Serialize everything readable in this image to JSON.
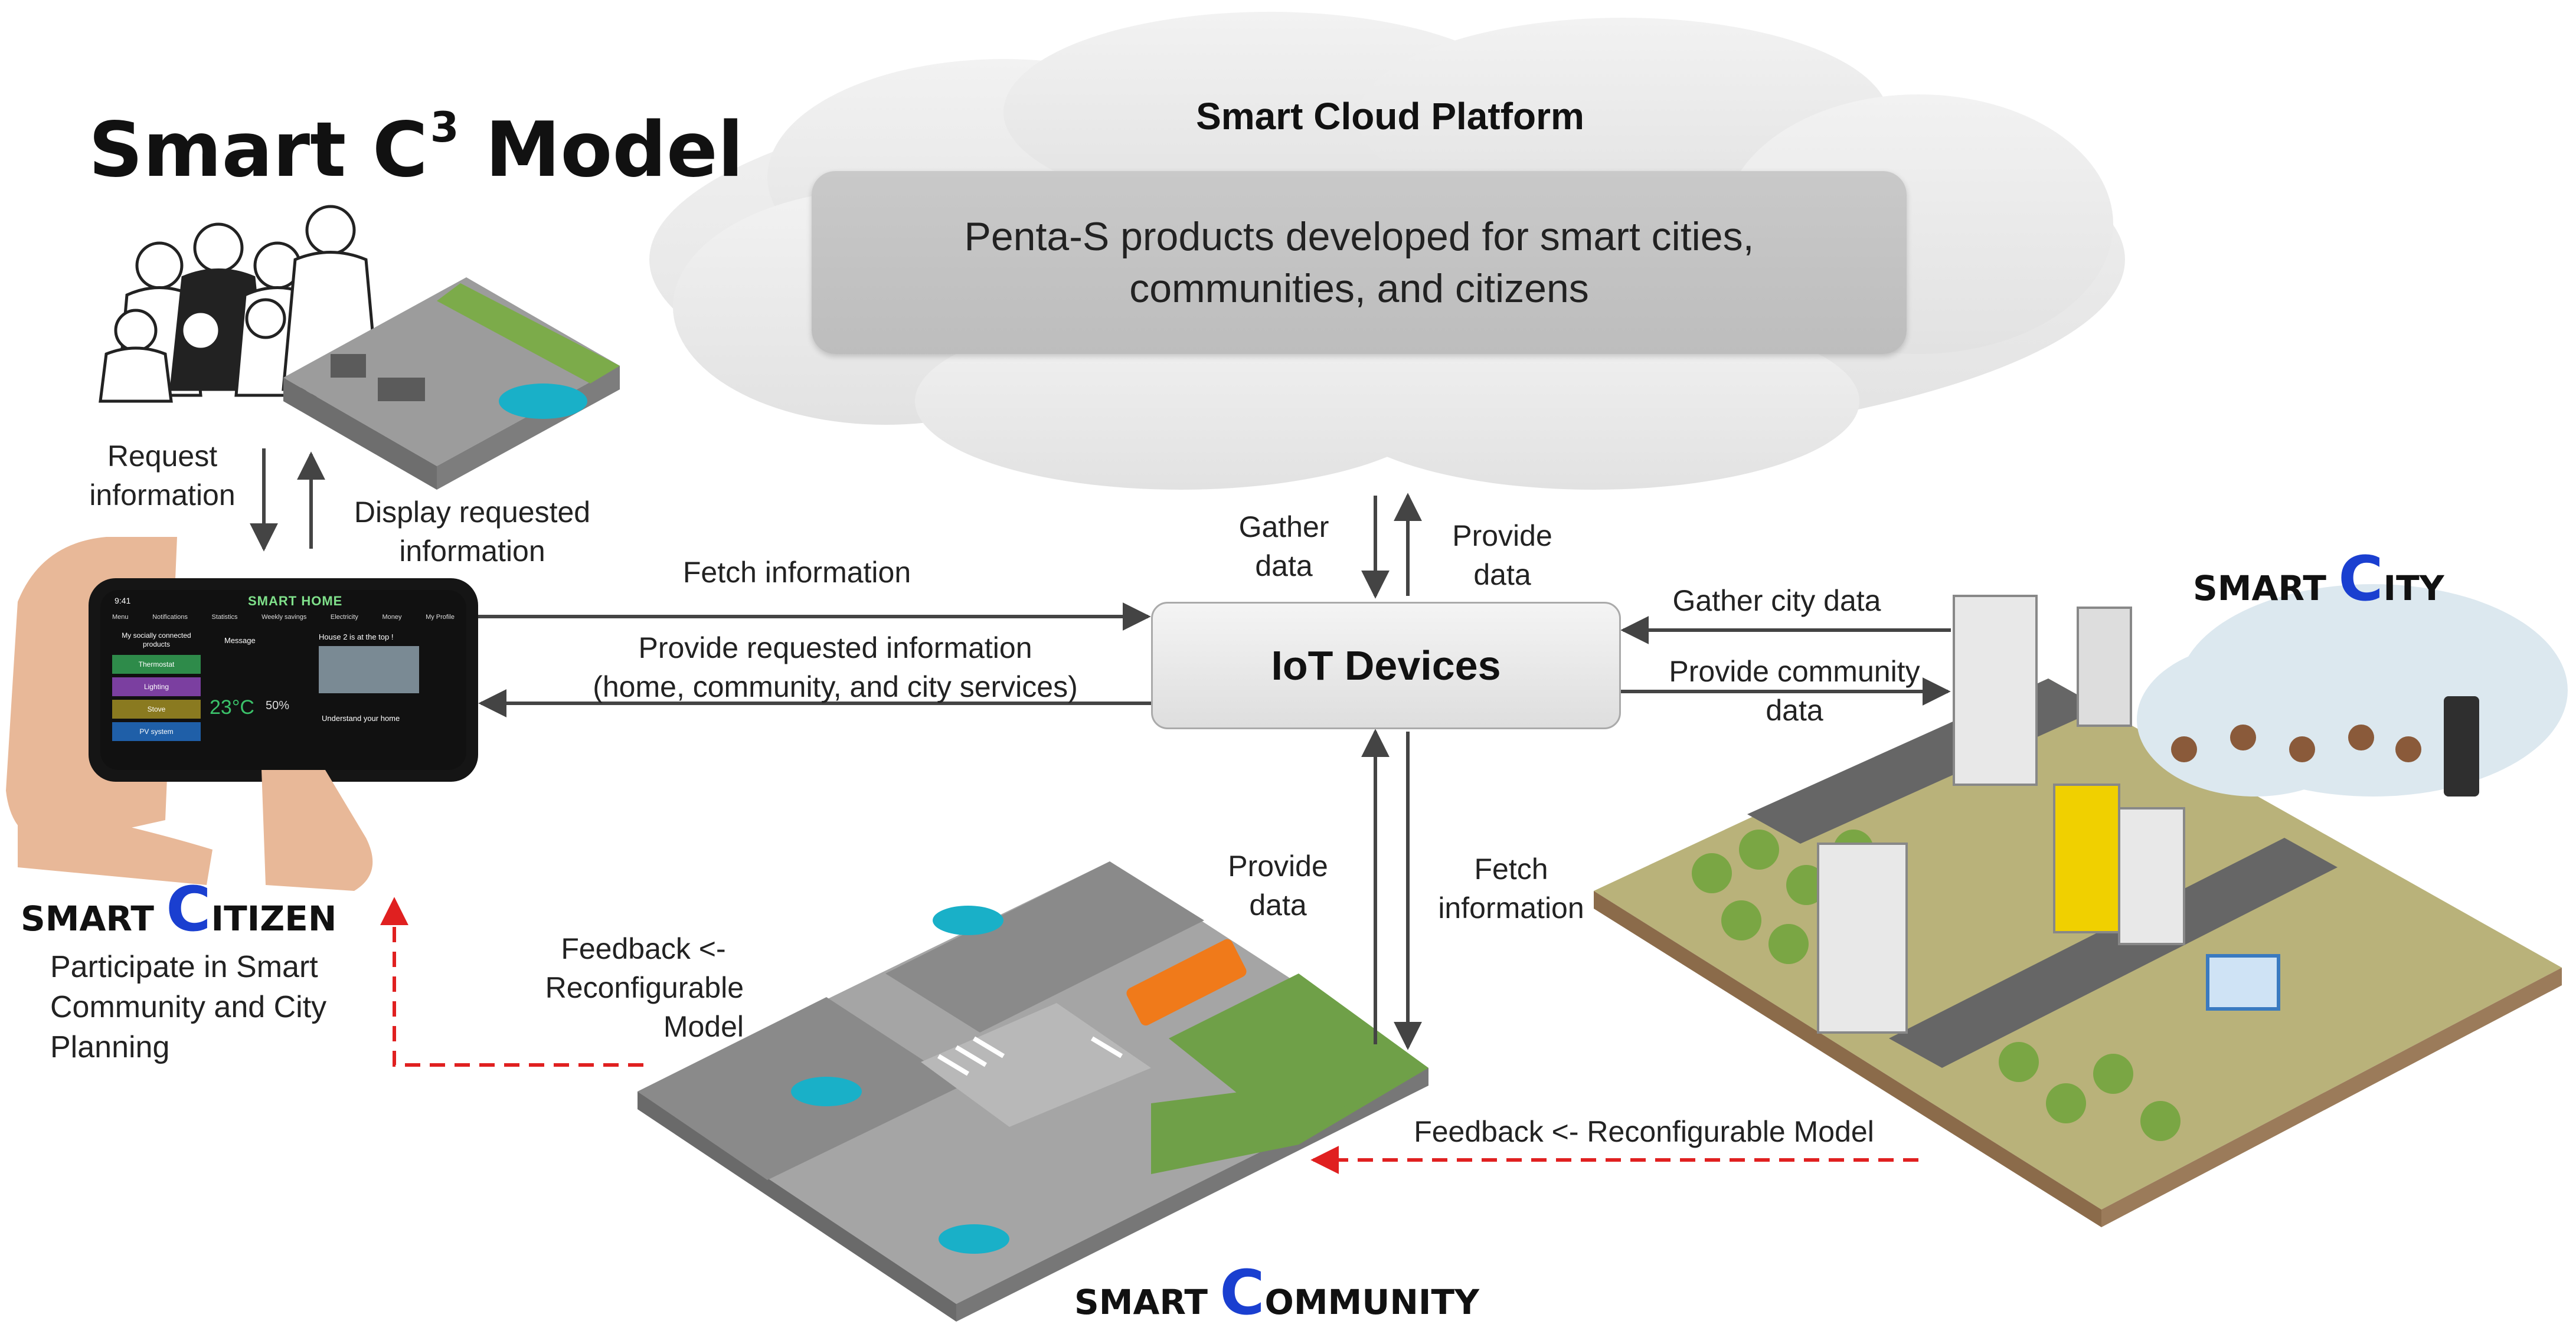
{
  "title": {
    "main": "Smart C",
    "sup": "3",
    "suffix": " Model"
  },
  "cloud": {
    "title": "Smart Cloud Platform",
    "box_line1": "Penta-S products developed for smart cities,",
    "box_line2": "communities, and citizens"
  },
  "iot": {
    "label": "IoT Devices"
  },
  "citizen": {
    "smart": "SMART ",
    "initial": "C",
    "rest": "ITIZEN",
    "desc_line1": "Participate in Smart",
    "desc_line2": "Community and City",
    "desc_line3": "Planning"
  },
  "community": {
    "smart": "SMART ",
    "initial": "C",
    "rest": "OMMUNITY"
  },
  "city": {
    "smart": "SMART ",
    "initial": "C",
    "rest": "ITY"
  },
  "phone": {
    "app_title": "SMART HOME",
    "time": "9:41",
    "nav": [
      "Menu",
      "Notifications",
      "Statistics",
      "Weekly savings",
      "Electricity",
      "Money",
      "My Profile"
    ],
    "panel_title": "My socially connected products",
    "products": [
      "Thermostat",
      "Lighting",
      "Stove",
      "PV system"
    ],
    "message_title": "Message",
    "temp": "23°C",
    "humidity": "50%",
    "house_msg": "House 2 is at the top !",
    "understand": "Understand your home"
  },
  "labels": {
    "request_info_1": "Request",
    "request_info_2": "information",
    "display_req_1": "Display requested",
    "display_req_2": "information",
    "fetch_info": "Fetch information",
    "provide_req_1": "Provide requested information",
    "provide_req_2": "(home, community, and city services)",
    "gather_data_1": "Gather",
    "gather_data_2": "data",
    "provide_data_top_1": "Provide",
    "provide_data_top_2": "data",
    "gather_city": "Gather city data",
    "provide_comm_1": "Provide community",
    "provide_comm_2": "data",
    "provide_data_bot_1": "Provide",
    "provide_data_bot_2": "data",
    "fetch_bot_1": "Fetch",
    "fetch_bot_2": "information",
    "feedback_left_1": "Feedback <-",
    "feedback_left_2": "Reconfigurable",
    "feedback_left_3": "Model",
    "feedback_right": "Feedback  <- Reconfigurable Model"
  },
  "city_sign": "SMART CITY",
  "colors": {
    "accent_blue": "#1a3fd0",
    "feedback_red": "#e02020",
    "arrow": "#444444"
  }
}
